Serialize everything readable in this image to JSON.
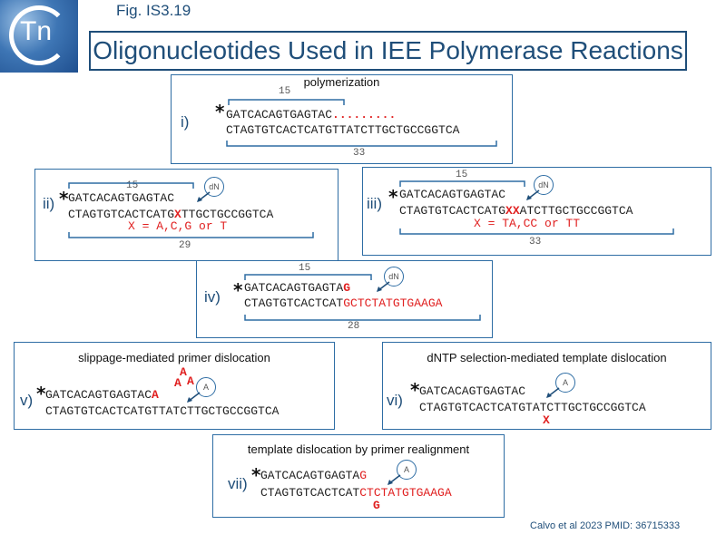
{
  "header": {
    "fig_label": "Fig. IS3.19",
    "title": "Oligonucleotides Used in IEE Polymerase Reactions",
    "logo_text": "Tn"
  },
  "panels": {
    "i": {
      "subtitle": "polymerization",
      "label": "i)",
      "primer": "GATCACAGTGAGTAC",
      "dots": ".........",
      "template": "CTAGTGTCACTCATGTTATCTTGCTGCCGGTCA",
      "primer_len": "15",
      "template_len": "33"
    },
    "ii": {
      "label": "ii)",
      "primer": "GATCACAGTGAGTAC",
      "template_a": "CTAGTGTCACTCATG",
      "template_x": "X",
      "template_b": "TTGCTGCCGGTCA",
      "note": "X = A,C,G or T",
      "primer_len": "15",
      "template_len": "29",
      "nucleotide": "dN"
    },
    "iii": {
      "label": "iii)",
      "primer": "GATCACAGTGAGTAC",
      "template_a": "CTAGTGTCACTCATG",
      "template_x": "XX",
      "template_b": "ATCTTGCTGCCGGTCA",
      "note": "X = TA,CC or TT",
      "primer_len": "15",
      "template_len": "33",
      "nucleotide": "dN"
    },
    "iv": {
      "label": "iv)",
      "primer": "GATCACAGTGAGTA",
      "primer_g": "G",
      "template_a": "CTAGTGTCACTCAT",
      "template_b": "GCTCTATGTGAAGA",
      "primer_len": "15",
      "template_len": "28",
      "nucleotide": "dN"
    },
    "v": {
      "subtitle": "slippage-mediated primer dislocation",
      "label": "v)",
      "primer": "GATCACAGTGAGTAC",
      "primer_a": "A",
      "stack_top": "A",
      "stack_mid_left": "A",
      "stack_mid_right": "A",
      "template": "CTAGTGTCACTCATGTTATCTTGCTGCCGGTCA",
      "nucleotide": "A"
    },
    "vi": {
      "subtitle": "dNTP selection-mediated template dislocation",
      "label": "vi)",
      "primer": "GATCACAGTGAGTAC",
      "template": "CTAGTGTCACTCATGTATCTTGCTGCCGGTCA",
      "bulge": "X",
      "nucleotide": "A"
    },
    "vii": {
      "subtitle": "template dislocation by primer realignment",
      "label": "vii)",
      "primer": "GATCACAGTGAGTA",
      "primer_g": "G",
      "template_a": "CTAGTGTCACTCAT",
      "template_b": "CTCTATGTGAAGA",
      "bulge": "G",
      "nucleotide": "A"
    }
  },
  "footer": {
    "citation": "Calvo et al 2023 PMID: 36715333"
  },
  "colors": {
    "accent": "#1f4e79",
    "panel_border": "#2e6da4",
    "highlight": "#e02020"
  }
}
